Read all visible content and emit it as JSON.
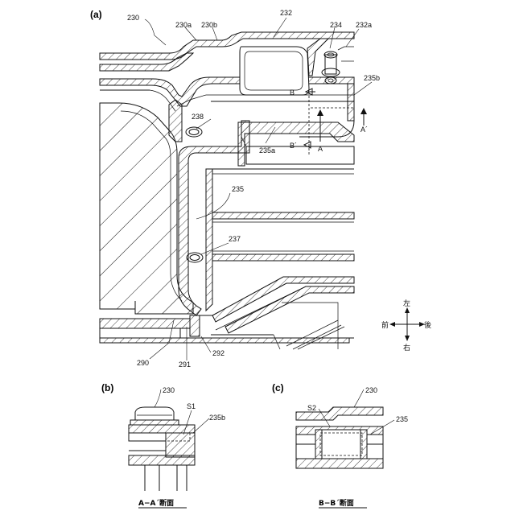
{
  "panels": {
    "a": "(a)",
    "b": "(b)",
    "c": "(c)"
  },
  "labels_a": {
    "l230": "230",
    "l230a": "230a",
    "l230b": "230b",
    "l232": "232",
    "l234": "234",
    "l232a": "232a",
    "l235b": "235b",
    "l238": "238",
    "l235a": "235a",
    "l235": "235",
    "l237": "237",
    "l290": "290",
    "l291": "291",
    "l292": "292",
    "secB": "B",
    "secBp": "B´",
    "secA": "A",
    "secAp": "A´"
  },
  "compass": {
    "left_dir": "左",
    "right_dir": "右",
    "front": "前",
    "rear": "後"
  },
  "labels_b": {
    "l230": "230",
    "lS1": "S1",
    "l235b": "235b",
    "caption": "A−A´断面"
  },
  "labels_c": {
    "l230": "230",
    "lS2": "S2",
    "l235": "235",
    "caption": "B−B´断面"
  }
}
